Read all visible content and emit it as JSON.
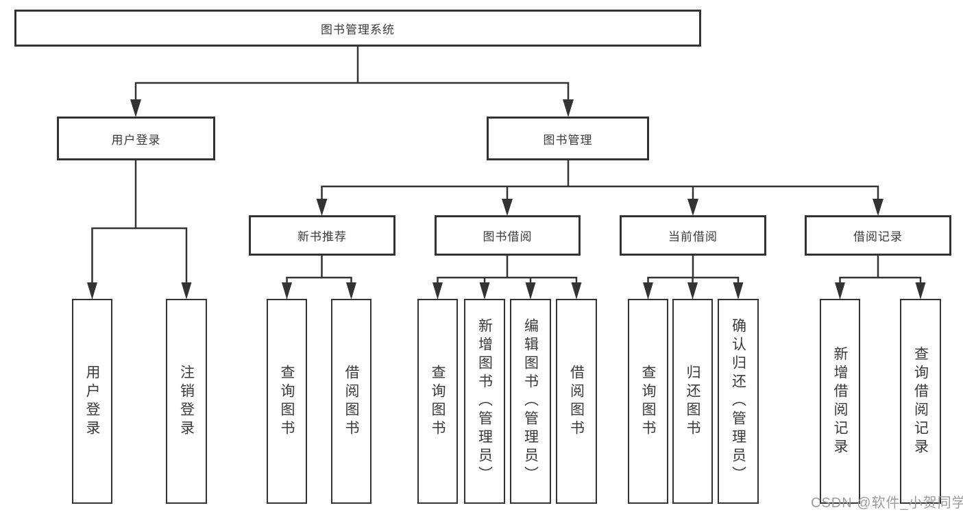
{
  "colors": {
    "line": "#333333",
    "text": "#3a3a3a",
    "box_background": "#ffffff",
    "watermark": "#9b9b9b"
  },
  "tree": {
    "root": {
      "label": "图书管理系统",
      "children": [
        {
          "label": "用户登录",
          "children": [
            {
              "label": "用户登录"
            },
            {
              "label": "注销登录"
            }
          ]
        },
        {
          "label": "图书管理",
          "children": [
            {
              "label": "新书推荐",
              "children": [
                {
                  "label": "查询图书"
                },
                {
                  "label": "借阅图书"
                }
              ]
            },
            {
              "label": "图书借阅",
              "children": [
                {
                  "label": "查询图书"
                },
                {
                  "label": "新增图书（管理员）"
                },
                {
                  "label": "编辑图书（管理员）"
                },
                {
                  "label": "借阅图书"
                }
              ]
            },
            {
              "label": "当前借阅",
              "children": [
                {
                  "label": "查询图书"
                },
                {
                  "label": "归还图书"
                },
                {
                  "label": "确认归还（管理员）"
                }
              ]
            },
            {
              "label": "借阅记录",
              "children": [
                {
                  "label": "新增借阅记录"
                },
                {
                  "label": "查询借阅记录"
                }
              ]
            }
          ]
        }
      ]
    }
  },
  "watermark": {
    "text": "CSDN @软件_小贺同学"
  }
}
